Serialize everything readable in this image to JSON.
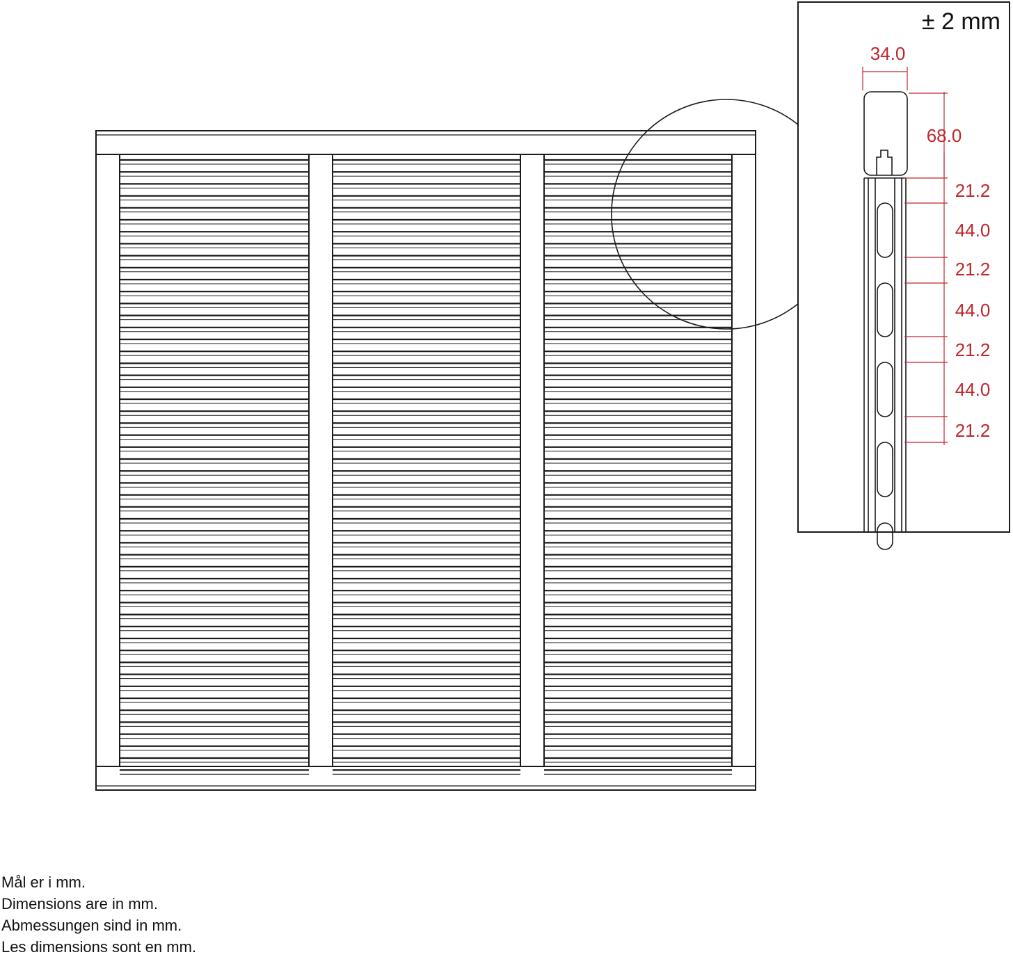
{
  "detail": {
    "tolerance": "± 2 mm",
    "width_label": "34.0",
    "post_height_label": "68.0",
    "spacing_labels": [
      "21.2",
      "44.0",
      "21.2",
      "44.0",
      "21.2",
      "44.0",
      "21.2"
    ]
  },
  "notes": [
    "Mål er i mm.",
    "Dimensions are in mm.",
    "Abmessungen sind in mm.",
    "Les dimensions sont en mm."
  ],
  "colors": {
    "line": "#1a1a1a",
    "dimension": "#c0262e"
  }
}
